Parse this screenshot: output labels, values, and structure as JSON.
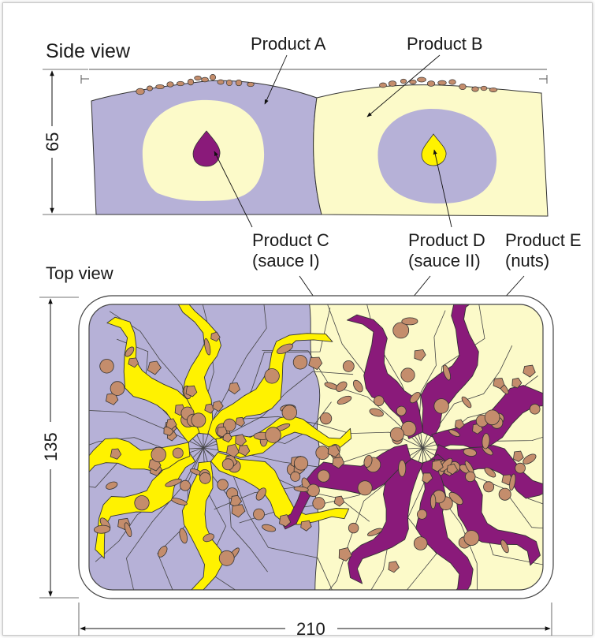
{
  "labels": {
    "side_view": "Side view",
    "top_view": "Top view",
    "product_a": "Product A",
    "product_b": "Product B",
    "product_c_line1": "Product C",
    "product_c_line2": "(sauce I)",
    "product_d_line1": "Product D",
    "product_d_line2": "(sauce II)",
    "product_e_line1": "Product E",
    "product_e_line2": "(nuts)"
  },
  "dimensions": {
    "side_height": "65",
    "top_height": "135",
    "width": "210"
  },
  "colors": {
    "product_a": "#b6b1d7",
    "product_b": "#fcfac9",
    "sauce_i": "#8a1a7a",
    "sauce_ii": "#fff200",
    "nuts": "#c48d6c",
    "outline": "#333333"
  }
}
